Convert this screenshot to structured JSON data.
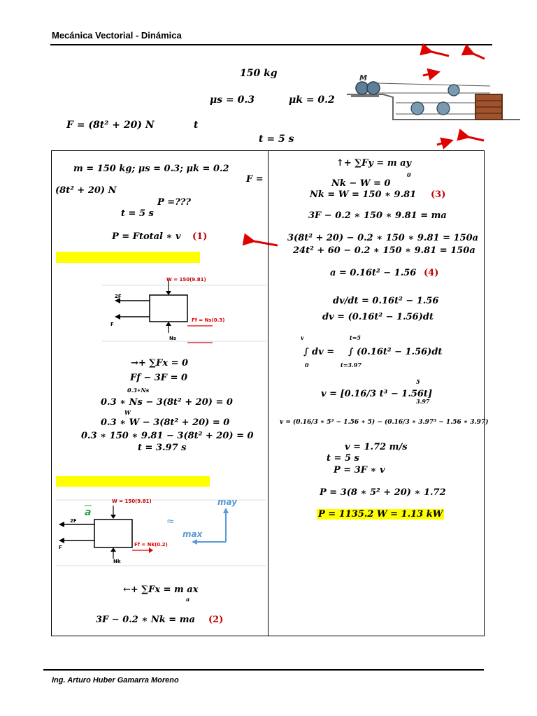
{
  "header": {
    "title": "Mecánica Vectorial - Dinámica"
  },
  "footer": {
    "author": "Ing. Arturo Huber Gamarra Moreno"
  },
  "problem": {
    "mass": "150 kg",
    "mu_s": "μs = 0.3",
    "mu_k": "μk = 0.2",
    "force": "F = (8t² + 20) N",
    "t_var": "t",
    "t_val": "t = 5 s"
  },
  "figure_top": {
    "motor_label": "M"
  },
  "left": {
    "given1": "m = 150 kg;   μs = 0.3;      μk = 0.2",
    "given_F": "F =",
    "given_F2": "(8t² + 20) N",
    "given_P": "P =???",
    "given_t": "t = 5 s",
    "power_eq": "P = Ftotal ∗ v",
    "eq1_tag": "(1)",
    "fbd1": {
      "w": "W = 150(9.81)",
      "f2": "2F",
      "f": "F",
      "ff": "Ff = Ns(0.3)",
      "ns": "Ns"
    },
    "sum_fx": "→+ ∑Fx = 0",
    "l1": "Ff  − 3F = 0",
    "l1_sub": "0.3∗Ns",
    "l2": "0.3 ∗ Ns − 3(8t² + 20) = 0",
    "l2_sub": "W",
    "l3": "0.3 ∗ W − 3(8t² + 20) = 0",
    "l4": "0.3 ∗ 150 ∗ 9.81 − 3(8t² + 20) = 0",
    "l5": "t = 3.97 s",
    "fbd2": {
      "w": "W = 150(9.81)",
      "f2": "2F",
      "f": "F",
      "fk": "Ff = Nk(0.2)",
      "nk": "Nk",
      "a": "a",
      "approx": "≈",
      "may": "may",
      "max": "max"
    },
    "sum_fx2": "←+ ∑Fx = m ax",
    "sum_fx2_sub": "a",
    "eq2": "3F − 0.2 ∗ Nk = ma",
    "eq2_tag": "(2)"
  },
  "right": {
    "sum_fy": "↑+ ∑Fy = m ay",
    "sum_fy_sub": "0",
    "r1": "Nk − W = 0",
    "r2": "Nk = W = 150 ∗ 9.81",
    "r2_tag": "(3)",
    "r3": "3F − 0.2 ∗ 150 ∗ 9.81 = ma",
    "r4": "3(8t² + 20) − 0.2 ∗ 150 ∗ 9.81 = 150a",
    "r5": "24t² + 60 − 0.2 ∗ 150 ∗ 9.81 = 150a",
    "r6": "a = 0.16t² − 1.56",
    "r6_tag": "(4)",
    "r7": "dv/dt = 0.16t² − 1.56",
    "r8": "dv = (0.16t² − 1.56)dt",
    "int_lhs": "∫ dv =",
    "int_lhs_up": "v",
    "int_lhs_lo": "0",
    "int_rhs": "∫ (0.16t² − 1.56)dt",
    "int_rhs_up": "t=5",
    "int_rhs_lo": "t=3.97",
    "r9": "v = [0.16/3 t³ − 1.56t]",
    "r9_up": "5",
    "r9_lo": "3.97",
    "r10": "v = (0.16/3 ∗ 5³ − 1.56 ∗ 5) − (0.16/3 ∗ 3.97³ − 1.56 ∗ 3.97)",
    "r11": "v = 1.72 m/s",
    "r12": "t = 5 s",
    "r13": "P = 3F ∗ v",
    "r14": "P = 3(8 ∗ 5² + 20) ∗ 1.72",
    "r15": "P = 1135.2 W = 1.13 kW"
  },
  "colors": {
    "arrow_red": "#e00000",
    "highlight": "#ffff00",
    "eq_tag": "#c00000",
    "accel_blue": "#5b9bd5",
    "accel_green": "#2e9e4f"
  }
}
